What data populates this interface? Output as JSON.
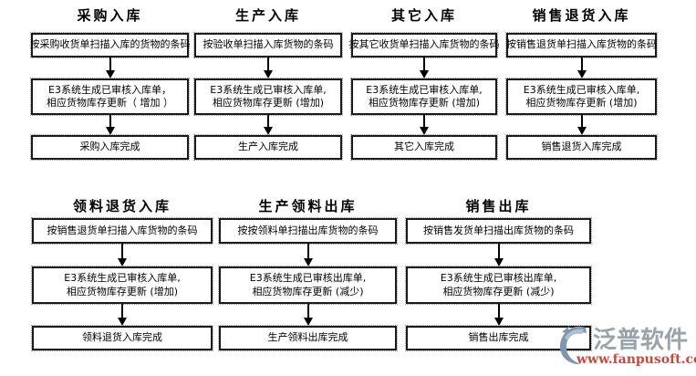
{
  "diagram": {
    "rows": [
      {
        "columns": [
          {
            "title": "采购入库",
            "scan": "按采购收货单扫描入库的货物的条码",
            "process_line1": "E3系统生成已审核入库单，",
            "process_line2": "相应货物库存更新（ 增加 ）",
            "done": "采购入库完成"
          },
          {
            "title": "生产入库",
            "scan": "按验收单扫描入库货物的条码",
            "process_line1": "E3系统生成已审核入库单,",
            "process_line2": "相应货物库存更新 (增加)",
            "done": "生产入库完成"
          },
          {
            "title": "其它入库",
            "scan": "按其它收货单扫描入库货物的条码",
            "process_line1": "E3系统生成已审核入库单,",
            "process_line2": "相应货物库存更新 (增加)",
            "done": "其它入库完成"
          },
          {
            "title": "销售退货入库",
            "scan": "按销售退货单扫描入库货物的条码",
            "process_line1": "E3系统生成已审核入库单,",
            "process_line2": "相应货物库存更新 (增加)",
            "done": "销售退货入库完成"
          }
        ]
      },
      {
        "columns": [
          {
            "title": "领料退货入库",
            "scan": "按销售退货单扫描入库货物的条码",
            "process_line1": "E3系统生成已审核入库单,",
            "process_line2": "相应货物库存更新 (增加)",
            "done": "领料退货入库完成"
          },
          {
            "title": "生产领料出库",
            "scan": "按按领料单扫描出库货物的条码",
            "process_line1": "E3系统生成已审核出库单,",
            "process_line2": "相应货物库存更新 (减少)",
            "done": "生产领料出库完成"
          },
          {
            "title": "销售出库",
            "scan": "按销售发货单扫描出库货物的条码",
            "process_line1": "E3系统生成已审核出库单,",
            "process_line2": "相应货物库存更新 (减少)",
            "done": "销售出库完成"
          }
        ]
      }
    ]
  },
  "logo": {
    "brand": "泛普软件",
    "website": "www.fanpusoft.com"
  },
  "colors": {
    "box_border": "#1a1a1a",
    "box_outline_dotted": "#9a9a9a",
    "logo_blue": "#7E96AE",
    "logo_blue_light": "#AEBFCD",
    "logo_gray": "#9AA3AB",
    "logo_red": "#C9473D"
  }
}
